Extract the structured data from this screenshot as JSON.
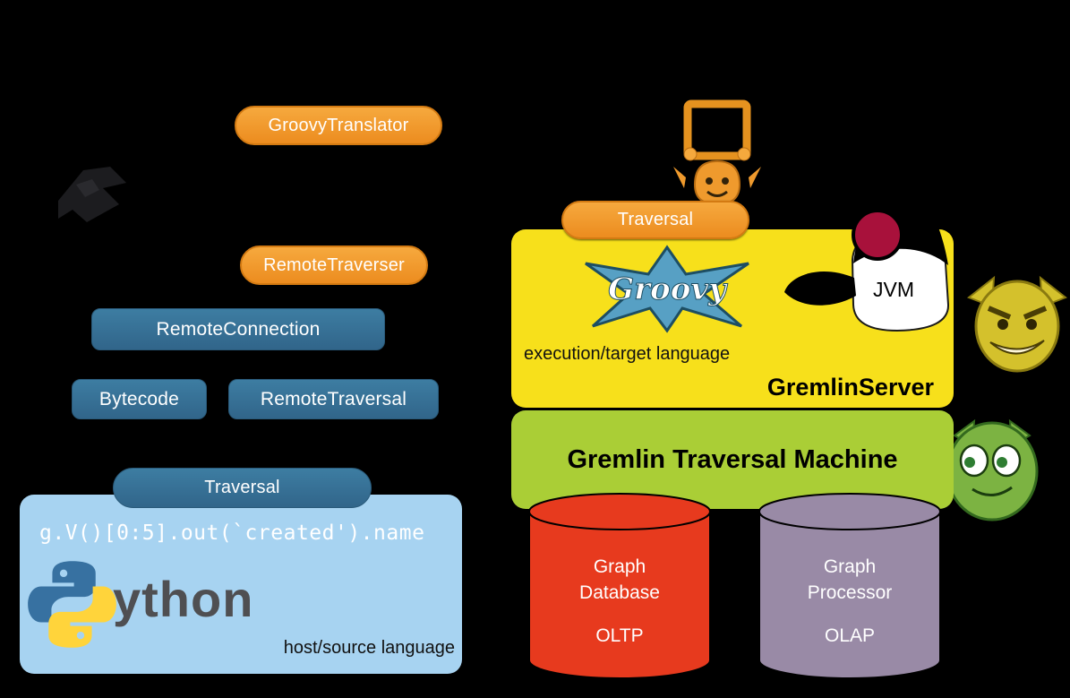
{
  "colors": {
    "background": "#000000",
    "orange": "#f0932c",
    "steel_blue": "#36708f",
    "light_blue": "#a7d3f1",
    "yellow": "#f7e01b",
    "green": "#aace36",
    "red": "#e73a1e",
    "purple": "#998aa6"
  },
  "pipeline": {
    "groovy_translator": "GroovyTranslator",
    "remote_traverser": "RemoteTraverser",
    "remote_connection": "RemoteConnection",
    "bytecode": "Bytecode",
    "remote_traversal": "RemoteTraversal",
    "traversal_left": "Traversal",
    "traversal_right": "Traversal"
  },
  "python_panel": {
    "code": "g.V()[0:5].out(`created').name",
    "wordmark": "ython",
    "caption": "host/source language"
  },
  "server_panel": {
    "groovy_logo_text": "Groovy",
    "jvm_label": "JVM",
    "caption": "execution/target language",
    "title": "GremlinServer"
  },
  "machine_panel": {
    "title": "Gremlin Traversal Machine"
  },
  "stores": {
    "oltp": {
      "name": "Graph\nDatabase",
      "type": "OLTP"
    },
    "olap": {
      "name": "Graph\nProcessor",
      "type": "OLAP"
    }
  }
}
